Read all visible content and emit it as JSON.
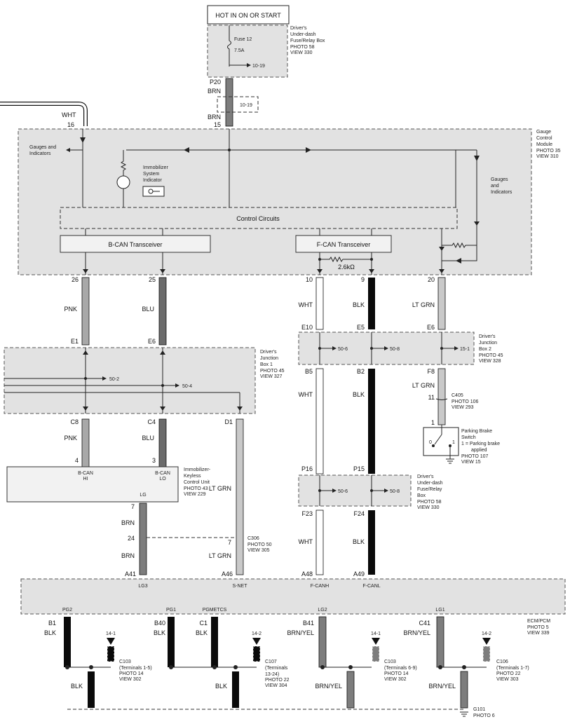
{
  "power": {
    "hot_label": "HOT IN ON OR START",
    "fuse_name": "Fuse 12",
    "fuse_rating": "7.5A",
    "fuse_ref": "10-19",
    "box_label": [
      "Driver's",
      "Under-dash",
      "Fuse/Relay Box",
      "PHOTO 58",
      "VIEW 330"
    ],
    "pin": "P20",
    "wire_color": "BRN",
    "splice_ref": "10-19",
    "wire_color_2": "BRN",
    "pin_2": "15"
  },
  "gcm": {
    "label": [
      "Gauge",
      "Control",
      "Module",
      "PHOTO 35",
      "VIEW 310"
    ],
    "gauges_left": [
      "Gauges and",
      "Indicators"
    ],
    "gauges_right": [
      "Gauges",
      "and",
      "Indicators"
    ],
    "immobilizer": [
      "Immobilizer",
      "System",
      "Indicator"
    ],
    "control_circuits": "Control Circuits",
    "bcan": "B-CAN Transceiver",
    "fcan": "F-CAN Transceiver",
    "resistor": "2.6kΩ",
    "wht_pin": "16",
    "wht_color": "WHT"
  },
  "wires": {
    "pins_top": [
      "26",
      "25",
      "10",
      "9",
      "20"
    ],
    "colors_mid": [
      "PNK",
      "BLU",
      "WHT",
      "BLK",
      "LT GRN"
    ],
    "jb1_in": [
      "E1",
      "E6"
    ],
    "jb2_in": [
      "E10",
      "E5",
      "E6"
    ],
    "jb2_out": [
      "B5",
      "B2",
      "F8"
    ],
    "jb1_out": [
      "C8",
      "C4",
      "D1"
    ],
    "colors_low": [
      "PNK",
      "BLU",
      "LT GRN",
      "WHT",
      "BLK",
      "LT GRN"
    ],
    "immob_pins": [
      "4",
      "3"
    ],
    "uf_in": [
      "P16",
      "P15"
    ],
    "uf_out": [
      "F23",
      "F24"
    ],
    "wht_low": "WHT",
    "blk_low": "BLK"
  },
  "jb1": {
    "label": [
      "Driver's",
      "Junction",
      "Box 1",
      "PHOTO 45",
      "VIEW 327"
    ],
    "refs": [
      "50-2",
      "50-4"
    ]
  },
  "jb2": {
    "label": [
      "Driver's",
      "Junction",
      "Box 2",
      "PHOTO 45",
      "VIEW 328"
    ],
    "refs": [
      "50-6",
      "50-8",
      "15-1"
    ]
  },
  "c405": {
    "name": "C405",
    "photo": "PHOTO 106",
    "view": "VIEW 293",
    "pin_top": "11",
    "pin_bot": "1"
  },
  "brake": {
    "label": [
      "Parking Brake",
      "Switch",
      "1 = Parking brake",
      "applied",
      "PHOTO 107",
      "VIEW 15"
    ],
    "pos0": "0",
    "pos1": "1"
  },
  "uf_box": {
    "label": [
      "Driver's",
      "Under-dash",
      "Fuse/Relay",
      "Box",
      "PHOTO 58",
      "VIEW 330"
    ],
    "refs": [
      "50-6",
      "50-8"
    ]
  },
  "immob": {
    "label": [
      "Immobilizer-",
      "Keyless",
      "Control Unit",
      "PHOTO 43",
      "VIEW 229"
    ],
    "bcan_hi": [
      "B-CAN",
      "HI"
    ],
    "bcan_lo": [
      "B-CAN",
      "LO"
    ],
    "lg": "LG",
    "pin": "7",
    "brn": "BRN",
    "pin_24": "24",
    "brn2": "BRN",
    "pin_7b": "7",
    "ltgrn": "LT GRN"
  },
  "c306": {
    "name": "C306",
    "photo": "PHOTO 50",
    "view": "VIEW 305"
  },
  "ecm": {
    "label": [
      "ECM/PCM",
      "PHOTO 5",
      "VIEW 339"
    ],
    "top_pins": [
      "A41",
      "A46",
      "A48",
      "A49"
    ],
    "top_terms": [
      "LG3",
      "S-NET",
      "F-CANH",
      "F-CANL"
    ],
    "bot_terms": [
      "PG2",
      "PG1",
      "PGMETCS",
      "LG2",
      "LG1"
    ],
    "bot_pins": [
      "B1",
      "B40",
      "C1",
      "B41",
      "C41"
    ],
    "bot_colors": [
      "BLK",
      "BLK",
      "BLK",
      "BRN/YEL",
      "BRN/YEL"
    ]
  },
  "grounds": {
    "ref_a": "14-1",
    "ref_b": "14-2",
    "ref_c": "14-1",
    "ref_d": "14-2",
    "c103a": [
      "C103",
      "(Terminals 1-5)",
      "PHOTO 14",
      "VIEW 302"
    ],
    "c107": [
      "C107",
      "(Terminals",
      "13-24)",
      "PHOTO 22",
      "VIEW 304"
    ],
    "c103b": [
      "C103",
      "(Terminals 6-9)",
      "PHOTO 14",
      "VIEW 302"
    ],
    "c106": [
      "C106",
      "(Terminals 1-7)",
      "PHOTO 22",
      "VIEW 303"
    ],
    "colors": [
      "BLK",
      "BLK",
      "BRN/YEL",
      "BRN/YEL"
    ],
    "g101": [
      "G101",
      "PHOTO 6"
    ]
  },
  "colors": {
    "blk": "#0a0a0a",
    "brn": "#7d7d7d",
    "blu": "#6b6b6b",
    "pnk": "#a8a8a8",
    "ltgrn": "#c9c9c9",
    "wht": "#ffffff",
    "box": "#e2e2e2"
  }
}
